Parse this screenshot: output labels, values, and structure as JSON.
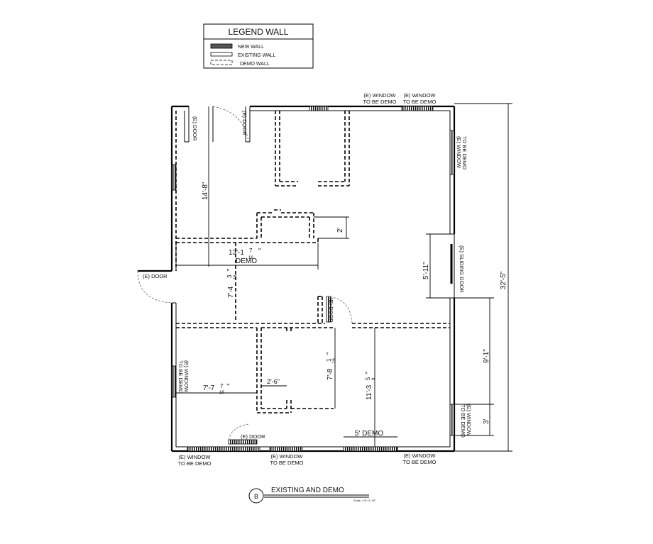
{
  "legend": {
    "title": "LEGEND WALL",
    "items": [
      {
        "label": "NEW WALL"
      },
      {
        "label": "EXISTING WALL"
      },
      {
        "label": "DEMO WALL"
      }
    ]
  },
  "labels": {
    "window_top_left_1": "(E) WINDOW",
    "window_top_left_2": "TO BE DEMO",
    "window_top_right_1": "(E) WINDOW",
    "window_top_right_2": "TO BE DEMO",
    "window_right_upper_1": "(E) WINDOW",
    "window_right_upper_2": "TO BE DEMO",
    "door_top_left": "(E) DOOR",
    "door_top_right": "(E) DOOR",
    "door_left": "(E) DOOR",
    "door_center": "(E) DOOR",
    "sliding_door": "(E) SLIDING DOOR",
    "window_left_lower_1": "(E) WINDOW",
    "window_left_lower_2": "TO BE DEMO",
    "window_right_lower_1": "(E) WINDOW",
    "window_right_lower_2": "TO BE DEMO",
    "door_bottom": "(E) DOOR",
    "window_bottom_1_a": "(E) WINDOW",
    "window_bottom_1_b": "TO BE DEMO",
    "window_bottom_2_a": "(E) WINDOW",
    "window_bottom_2_b": "TO BE DEMO",
    "window_bottom_3_a": "(E) WINDOW",
    "window_bottom_3_b": "TO BE DEMO"
  },
  "dimensions": {
    "d_14_8": "14'-8\"",
    "d_13_1": "13'-1",
    "d_13_1_frac_num": "7",
    "d_13_1_frac_den": "16",
    "d_13_1_quote": "\"",
    "demo": "DEMO",
    "d_2": "2'",
    "d_5_11": "5'-11\"",
    "d_7_4": "7'-4",
    "d_7_4_frac_num": "3",
    "d_7_4_frac_den": "16",
    "d_7_4_quote": "\"",
    "d_32_5": "32'-5\"",
    "d_9_1": "9'-1\"",
    "d_3": "3'",
    "d_7_8": "7'-8",
    "d_7_8_frac_num": "1",
    "d_7_8_frac_den": "16",
    "d_7_8_quote": "\"",
    "d_11_3": "11'-3",
    "d_11_3_frac_num": "5",
    "d_11_3_frac_den": "8",
    "d_11_3_quote": "\"",
    "d_7_7": "7'-7",
    "d_7_7_frac_num": "7",
    "d_7_7_frac_den": "16",
    "d_7_7_quote": "\"",
    "d_2_6": "2'-6\"",
    "d_5_demo": "5' DEMO"
  },
  "title_block": {
    "marker": "B",
    "title": "EXISTING AND DEMO",
    "scale": "Scale: 1/4\"=1'-00\""
  }
}
